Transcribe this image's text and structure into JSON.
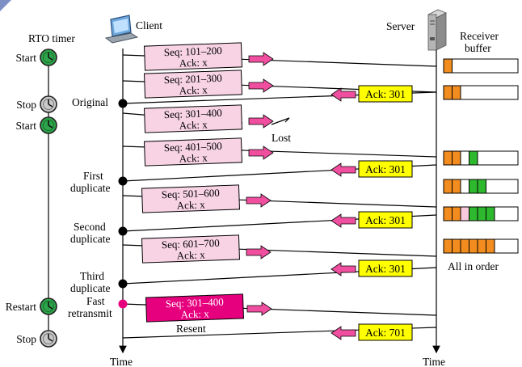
{
  "labels": {
    "rto_timer": "RTO timer",
    "client": "Client",
    "server": "Server",
    "receiver_buffer_line1": "Receiver",
    "receiver_buffer_line2": "buffer",
    "time": "Time",
    "lost": "Lost",
    "resent": "Resent",
    "all_in_order": "All in order"
  },
  "timer_events": [
    "Start",
    "Stop",
    "Start",
    "Restart",
    "Stop"
  ],
  "client_events": {
    "original": "Original",
    "first_dup_1": "First",
    "first_dup_2": "duplicate",
    "second_dup_1": "Second",
    "second_dup_2": "duplicate",
    "third_dup_1": "Third",
    "third_dup_2": "duplicate",
    "fast_1": "Fast",
    "fast_2": "retransmit"
  },
  "segments": [
    {
      "seq": "Seq: 101–200",
      "ack": "Ack: x"
    },
    {
      "seq": "Seq: 201–300",
      "ack": "Ack: x"
    },
    {
      "seq": "Seq: 301–400",
      "ack": "Ack: x"
    },
    {
      "seq": "Seq: 401–500",
      "ack": "Ack: x"
    },
    {
      "seq": "Seq: 501–600",
      "ack": "Ack: x"
    },
    {
      "seq": "Seq: 601–700",
      "ack": "Ack: x"
    },
    {
      "seq": "Seq: 301–400",
      "ack": "Ack: x"
    }
  ],
  "acks": [
    "Ack: 301",
    "Ack: 301",
    "Ack: 301",
    "Ack: 301",
    "Ack: 701"
  ],
  "buffer_states": [
    [
      "orange",
      "empty",
      "empty",
      "empty",
      "empty",
      "empty"
    ],
    [
      "orange",
      "orange",
      "empty",
      "empty",
      "empty",
      "empty"
    ],
    [
      "orange",
      "orange",
      "empty",
      "green",
      "empty",
      "empty"
    ],
    [
      "orange",
      "orange",
      "empty",
      "green",
      "green",
      "empty"
    ],
    [
      "orange",
      "orange",
      "pink",
      "green",
      "green",
      "green"
    ],
    [
      "orange",
      "orange",
      "orange",
      "orange",
      "orange",
      "orange"
    ]
  ],
  "colors": {
    "segment_fill": "#f7d3e4",
    "resent_fill": "#e6007e",
    "ack_fill": "#ffff00",
    "arrow_fill": "#f04fa0",
    "buffer_orange": "#f28c1e",
    "buffer_green": "#2eb82e",
    "buffer_pink": "#f9c9dc",
    "timer_green": "#2da44a",
    "timer_gray": "#c8c8c8",
    "event_dot_pink": "#e6007e"
  }
}
